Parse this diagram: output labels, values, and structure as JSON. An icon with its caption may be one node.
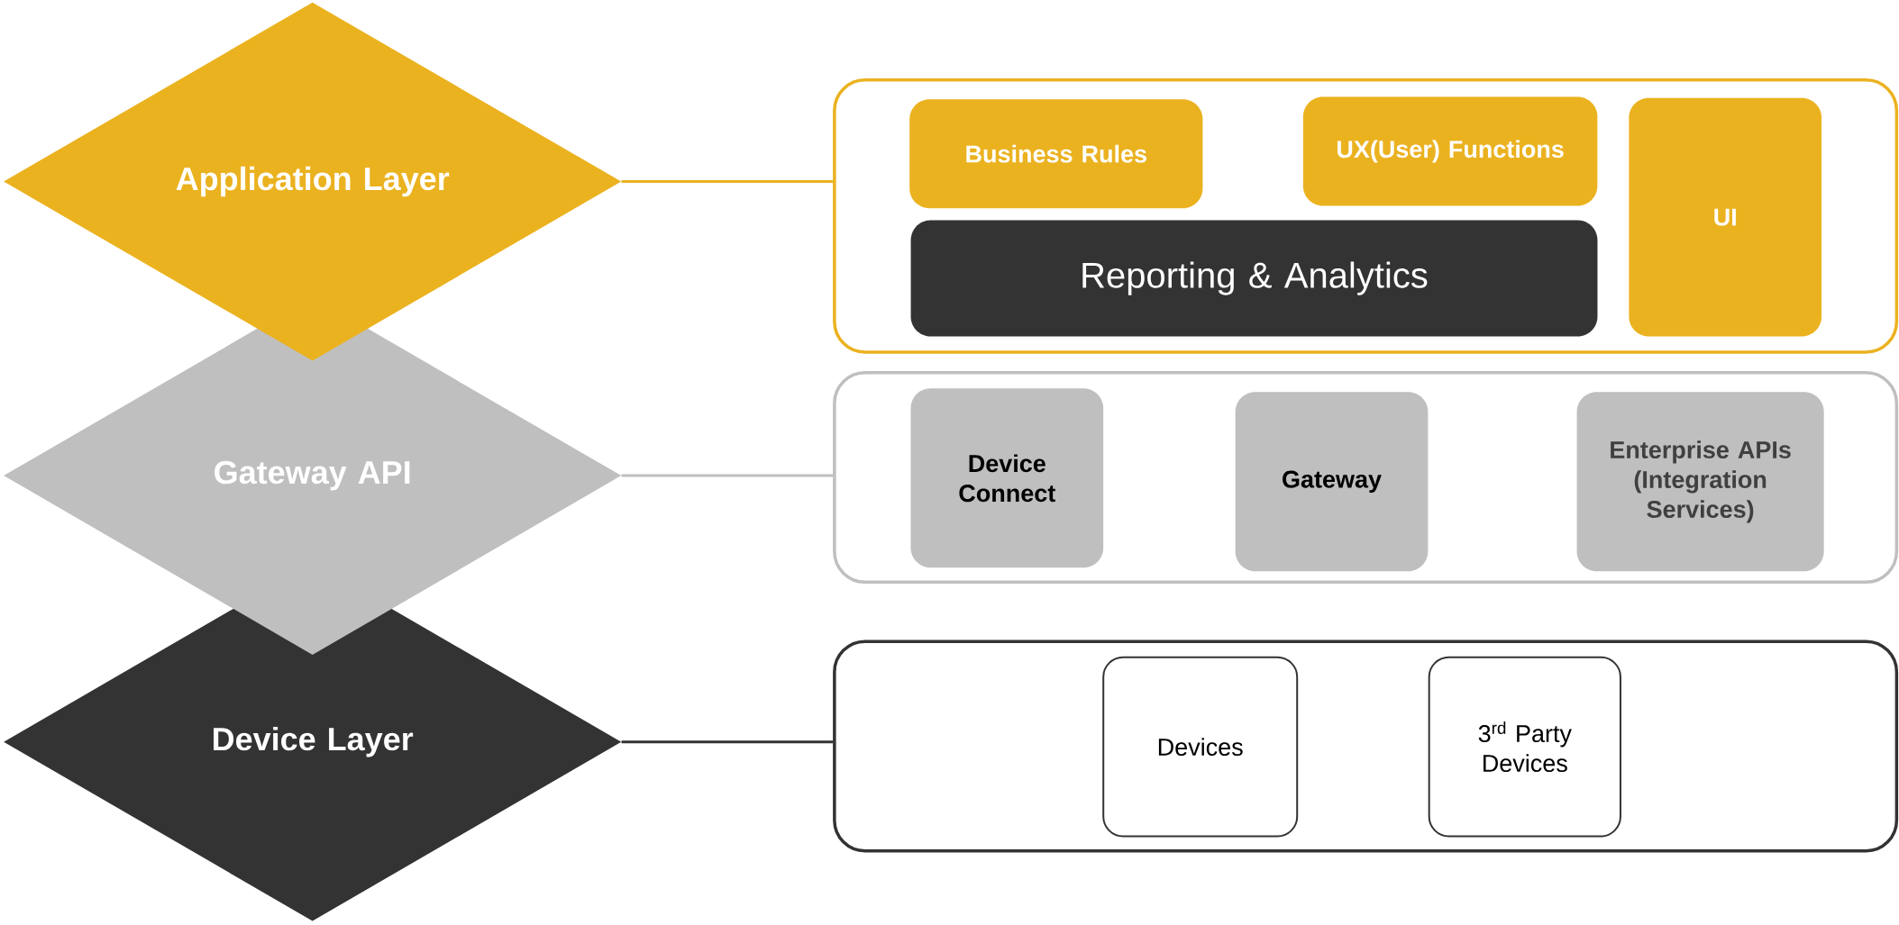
{
  "diagram": {
    "nodes": [
      {
        "text": [
          "Application Layer"
        ]
      },
      {
        "text": [],
        "shape": "box"
      },
      {
        "text": [
          "Business Rules"
        ],
        "in": 1
      },
      {
        "text": [
          "UX(User) Functions"
        ],
        "in": 1
      },
      {
        "text": [
          "UI"
        ],
        "in": 1
      },
      {
        "text": [
          "Reporting & Analytics"
        ],
        "in": 1
      },
      {
        "text": [
          "Gateway API"
        ]
      },
      {
        "text": [],
        "shape": "box"
      },
      {
        "text": [
          "Device Connect"
        ],
        "in": 7
      },
      {
        "text": [
          "Gateway"
        ],
        "in": 7
      },
      {
        "text": [
          "Enterprise APIs (Integration Services)"
        ],
        "in": 7
      },
      {
        "text": [
          "Device Layer"
        ]
      },
      {
        "text": [],
        "shape": "box"
      },
      {
        "text": [
          "Devices"
        ],
        "in": 12
      },
      {
        "text": [
          "3$^{rd}$ Party Devices"
        ],
        "in": 12
      }
    ],
    "edges": [
      {
        "from": 0,
        "to": 1,
        "arrow": "none",
        "color": "#ebb220"
      },
      {
        "from": 6,
        "to": 7,
        "arrow": "none",
        "color": "#bfbfbf"
      },
      {
        "from": 11,
        "to": 12,
        "arrow": "none",
        "color": "#333333"
      }
    ]
  }
}
